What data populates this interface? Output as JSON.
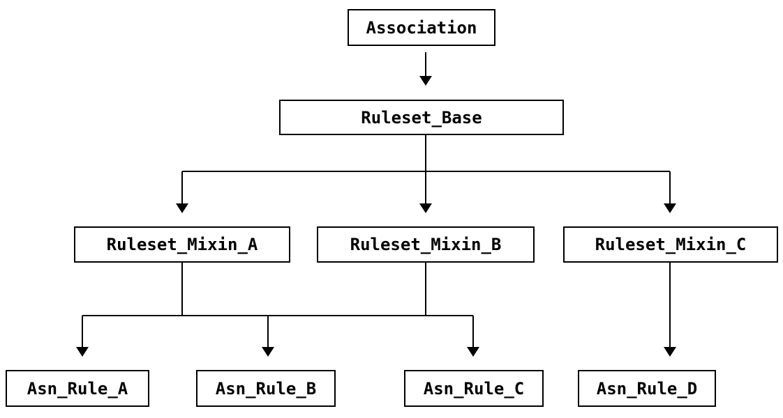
{
  "diagram": {
    "type": "inheritance-tree",
    "colors": {
      "background": "#ffffff",
      "line": "#000000",
      "box_border": "#000000",
      "text": "#000000"
    },
    "nodes": {
      "association": {
        "label": "Association"
      },
      "ruleset_base": {
        "label": "Ruleset_Base"
      },
      "ruleset_mixin_a": {
        "label": "Ruleset_Mixin_A"
      },
      "ruleset_mixin_b": {
        "label": "Ruleset_Mixin_B"
      },
      "ruleset_mixin_c": {
        "label": "Ruleset_Mixin_C"
      },
      "asn_rule_a": {
        "label": "Asn_Rule_A"
      },
      "asn_rule_b": {
        "label": "Asn_Rule_B"
      },
      "asn_rule_c": {
        "label": "Asn_Rule_C"
      },
      "asn_rule_d": {
        "label": "Asn_Rule_D"
      }
    },
    "edges": [
      {
        "from": [
          "Association"
        ],
        "to": [
          "Ruleset_Base"
        ]
      },
      {
        "from": [
          "Ruleset_Base"
        ],
        "to": [
          "Ruleset_Mixin_A",
          "Ruleset_Mixin_B",
          "Ruleset_Mixin_C"
        ]
      },
      {
        "from": [
          "Ruleset_Mixin_A",
          "Ruleset_Mixin_B"
        ],
        "to": [
          "Asn_Rule_A",
          "Asn_Rule_B",
          "Asn_Rule_C"
        ]
      },
      {
        "from": [
          "Ruleset_Mixin_C"
        ],
        "to": [
          "Asn_Rule_D"
        ]
      }
    ]
  }
}
